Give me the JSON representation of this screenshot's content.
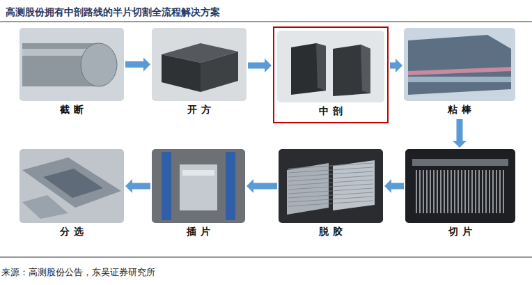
{
  "diagram": {
    "title": "高测股份拥有中剖路线的半片切割全流程解决方案",
    "caption": "来源：高测股份公告，东吴证券研究所",
    "nodes": [
      {
        "text": [
          "截断"
        ]
      },
      {
        "text": [
          "开方"
        ]
      },
      {
        "text": [
          "中剖"
        ]
      },
      {
        "text": [
          "粘棒"
        ]
      },
      {
        "text": [
          "切片"
        ]
      },
      {
        "text": [
          "脱胶"
        ]
      },
      {
        "text": [
          "插片"
        ]
      },
      {
        "text": [
          "分选"
        ]
      }
    ],
    "edges": [
      {
        "from": 0,
        "to": 1,
        "arrow": "to"
      },
      {
        "from": 1,
        "to": 2,
        "arrow": "to"
      },
      {
        "from": 2,
        "to": 3,
        "arrow": "to"
      },
      {
        "from": 3,
        "to": 4,
        "arrow": "to"
      },
      {
        "from": 4,
        "to": 5,
        "arrow": "to"
      },
      {
        "from": 5,
        "to": 6,
        "arrow": "to"
      },
      {
        "from": 6,
        "to": 7,
        "arrow": "to"
      }
    ]
  }
}
